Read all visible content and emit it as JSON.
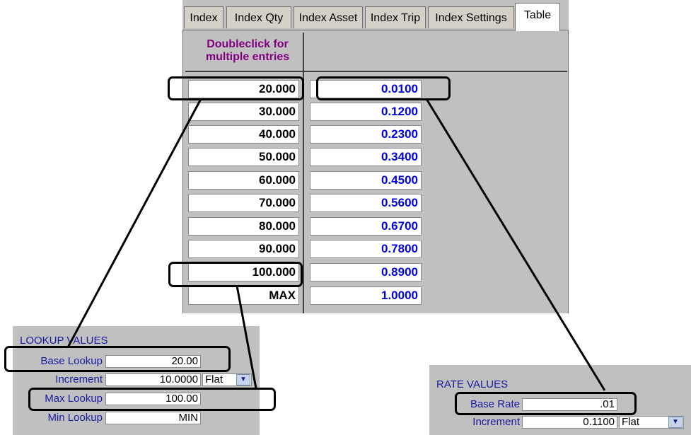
{
  "tabs": [
    {
      "label": "Index",
      "active": false
    },
    {
      "label": "Index Qty",
      "active": false
    },
    {
      "label": "Index Asset",
      "active": false
    },
    {
      "label": "Index Trip",
      "active": false
    },
    {
      "label": "Index Settings",
      "active": false
    },
    {
      "label": "Table",
      "active": true
    }
  ],
  "table": {
    "header_line1": "Doubleclick for",
    "header_line2": "multiple entries",
    "rows": [
      {
        "lookup": "20.000",
        "rate": "0.0100"
      },
      {
        "lookup": "30.000",
        "rate": "0.1200"
      },
      {
        "lookup": "40.000",
        "rate": "0.2300"
      },
      {
        "lookup": "50.000",
        "rate": "0.3400"
      },
      {
        "lookup": "60.000",
        "rate": "0.4500"
      },
      {
        "lookup": "70.000",
        "rate": "0.5600"
      },
      {
        "lookup": "80.000",
        "rate": "0.6700"
      },
      {
        "lookup": "90.000",
        "rate": "0.7800"
      },
      {
        "lookup": "100.000",
        "rate": "0.8900"
      },
      {
        "lookup": "MAX",
        "rate": "1.0000"
      }
    ]
  },
  "lookup_values": {
    "title": "LOOKUP VALUES",
    "base_lookup_label": "Base Lookup",
    "base_lookup_value": "20.00",
    "increment_label": "Increment",
    "increment_value": "10.0000",
    "increment_type": "Flat",
    "max_lookup_label": "Max Lookup",
    "max_lookup_value": "100.00",
    "min_lookup_label": "Min Lookup",
    "min_lookup_value": "MIN"
  },
  "rate_values": {
    "title": "RATE VALUES",
    "base_rate_label": "Base Rate",
    "base_rate_value": ".01",
    "increment_label": "Increment",
    "increment_value": "0.1100",
    "increment_type": "Flat"
  },
  "colors": {
    "panel_bg": "#c0c0c0",
    "header_text": "#800080",
    "rate_text": "#0000e0",
    "label_text": "#1a1aa0"
  },
  "icons": [
    "chevron-down-icon"
  ]
}
